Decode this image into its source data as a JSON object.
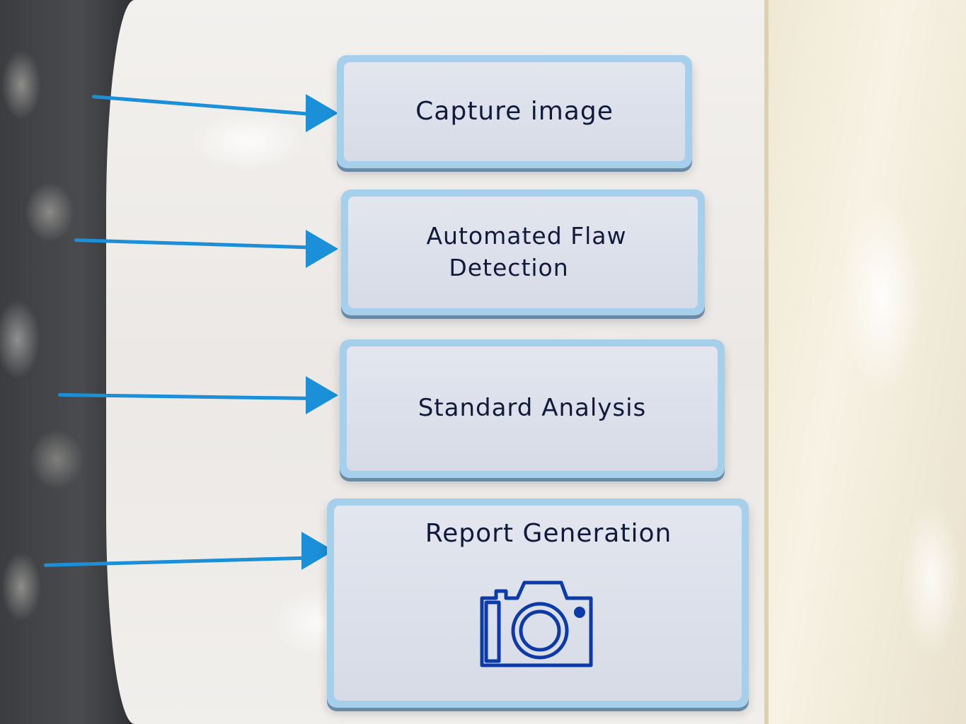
{
  "cards": [
    {
      "label": "Capture image"
    },
    {
      "label_line1": "Automated Flaw",
      "label_line2": "Detection"
    },
    {
      "label": "Standard Analysis"
    },
    {
      "label": "Report Generation",
      "icon": "camera-icon"
    }
  ],
  "colors": {
    "card_border": "#a6cfec",
    "card_face": "#dde1eb",
    "arrow": "#1b8fd8",
    "text": "#111a3a",
    "camera": "#0c3aa8"
  }
}
